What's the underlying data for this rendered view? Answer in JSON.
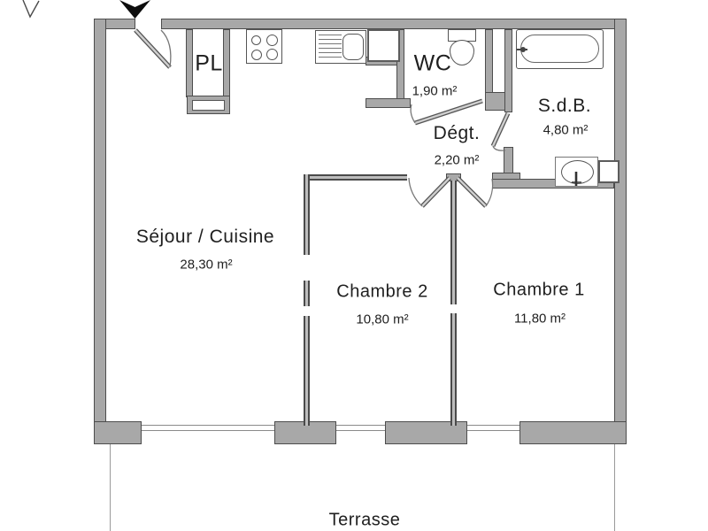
{
  "rooms": {
    "sejour": {
      "name": "Séjour / Cuisine",
      "area": "28,30 m²"
    },
    "chambre2": {
      "name": "Chambre 2",
      "area": "10,80 m²"
    },
    "chambre1": {
      "name": "Chambre 1",
      "area": "11,80 m²"
    },
    "wc": {
      "name": "WC",
      "area": "1,90 m²"
    },
    "degagement": {
      "name": "Dégt.",
      "area": "2,20 m²"
    },
    "sdb": {
      "name": "S.d.B.",
      "area": "4,80 m²"
    },
    "placard": {
      "name": "PL"
    },
    "terrasse": {
      "name": "Terrasse"
    }
  },
  "colors": {
    "wall_fill": "#a8a8a8",
    "wall_outline": "#4d4d4d",
    "partition_fill": "#bdbdbd",
    "partition_outline": "#4a4a4a",
    "line": "#777777",
    "text": "#1f1f1f",
    "arrow": "#0d0d0d",
    "terrace_line": "#9a9a9a",
    "background": "#ffffff"
  },
  "icons": [
    "entrance-arrow-icon",
    "v-mark-icon",
    "stove-icon",
    "kitchen-sink-icon",
    "fridge-icon",
    "toilet-icon",
    "bathtub-icon",
    "washbasin-icon",
    "door-leaf-icon",
    "door-swing-arc-icon",
    "closet-shelf-icon",
    "wall-niche-icon"
  ]
}
